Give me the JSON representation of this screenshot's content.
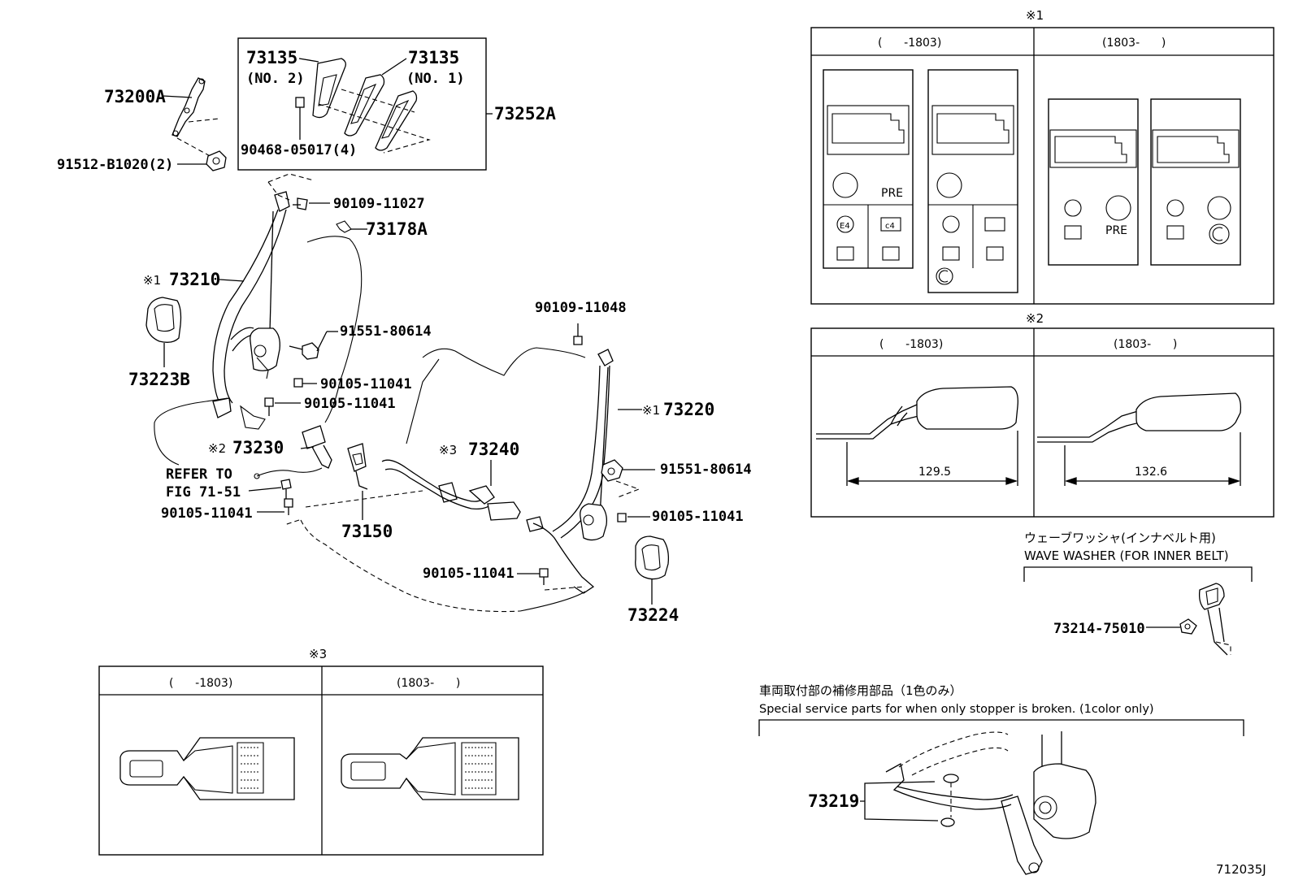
{
  "diagram": {
    "part_labels": {
      "p73200A": "73200A",
      "p73135_no2": "73135",
      "p73135_no2_sub": "(NO. 2)",
      "p73135_no1": "73135",
      "p73135_no1_sub": "(NO. 1)",
      "p73252A": "73252A",
      "p90468": "90468-05017(4)",
      "p91512": "91512-B1020(2)",
      "p90109_11027": "90109-11027",
      "p73178A": "73178A",
      "p73210": "73210",
      "p73223B": "73223B",
      "p91551_a": "91551-80614",
      "p90105_a": "90105-11041",
      "p90105_b": "90105-11041",
      "p73230": "73230",
      "refer_to_1": "REFER TO",
      "refer_to_2": "FIG 71-51",
      "p90105_c": "90105-11041",
      "p73150": "73150",
      "p73240": "73240",
      "p90109_11048": "90109-11048",
      "p73220": "73220",
      "p91551_b": "91551-80614",
      "p90105_d": "90105-11041",
      "p90105_e": "90105-11041",
      "p73224": "73224",
      "p73214": "73214-75010",
      "p73219": "73219"
    },
    "markers": {
      "m1_73210": "※1",
      "m2_73230": "※2",
      "m3_73240": "※3",
      "m1_73220": "※1"
    },
    "panel1": {
      "marker": "※1",
      "col_left": "(      -1803)",
      "col_right": "(1803-      )",
      "pre_a": "PRE",
      "pre_b": "PRE",
      "e4": "E4",
      "c4": "c4"
    },
    "panel2": {
      "marker": "※2",
      "col_left": "(      -1803)",
      "col_right": "(1803-      )",
      "dim_left": "129.5",
      "dim_right": "132.6"
    },
    "panel3": {
      "marker": "※3",
      "col_left": "(      -1803)",
      "col_right": "(1803-      )"
    },
    "wave_washer": {
      "jp": "ウェーブワッシャ(インナベルト用)",
      "en": "WAVE WASHER (FOR INNER BELT)"
    },
    "special_parts": {
      "jp": "車両取付部の補修用部品（1色のみ）",
      "en": "Special service parts for when only stopper is broken. (1color only)"
    },
    "figure_id": "712035J"
  }
}
